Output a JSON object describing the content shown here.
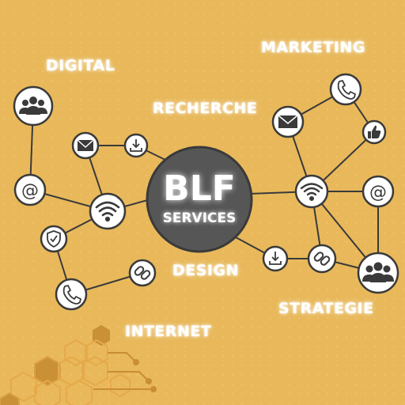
{
  "center": {
    "title": "BLF",
    "subtitle": "SERVICES"
  },
  "labels": {
    "digital": "DIGITAL",
    "marketing": "MARKETING",
    "recherche": "RECHERCHE",
    "design": "DESIGN",
    "strategie": "STRATEGIE",
    "internet": "INTERNET"
  },
  "colors": {
    "background": "#e8b85a",
    "node_fill": "#ffffff",
    "node_stroke": "#3a3a3a",
    "center_fill": "#565656",
    "line": "#3a3a3a",
    "hex_stroke": "#e6a94a"
  },
  "nodes": [
    {
      "name": "people-node-left",
      "icon": "people-icon"
    },
    {
      "name": "at-node-left",
      "icon": "at-icon"
    },
    {
      "name": "shield-node",
      "icon": "shield-check-icon"
    },
    {
      "name": "phone-node-left",
      "icon": "phone-icon"
    },
    {
      "name": "link-node-left",
      "icon": "link-icon"
    },
    {
      "name": "wifi-node-left",
      "icon": "wifi-icon"
    },
    {
      "name": "mail-node-left",
      "icon": "mail-icon"
    },
    {
      "name": "download-node-top",
      "icon": "download-icon"
    },
    {
      "name": "mail-node-right",
      "icon": "mail-icon"
    },
    {
      "name": "phone-node-right",
      "icon": "phone-icon"
    },
    {
      "name": "thumbs-up-node",
      "icon": "thumbs-up-icon"
    },
    {
      "name": "wifi-node-right",
      "icon": "wifi-icon"
    },
    {
      "name": "at-node-right",
      "icon": "at-icon"
    },
    {
      "name": "download-node-bottom",
      "icon": "download-icon"
    },
    {
      "name": "link-node-right",
      "icon": "link-icon"
    },
    {
      "name": "people-node-right",
      "icon": "people-icon"
    }
  ]
}
